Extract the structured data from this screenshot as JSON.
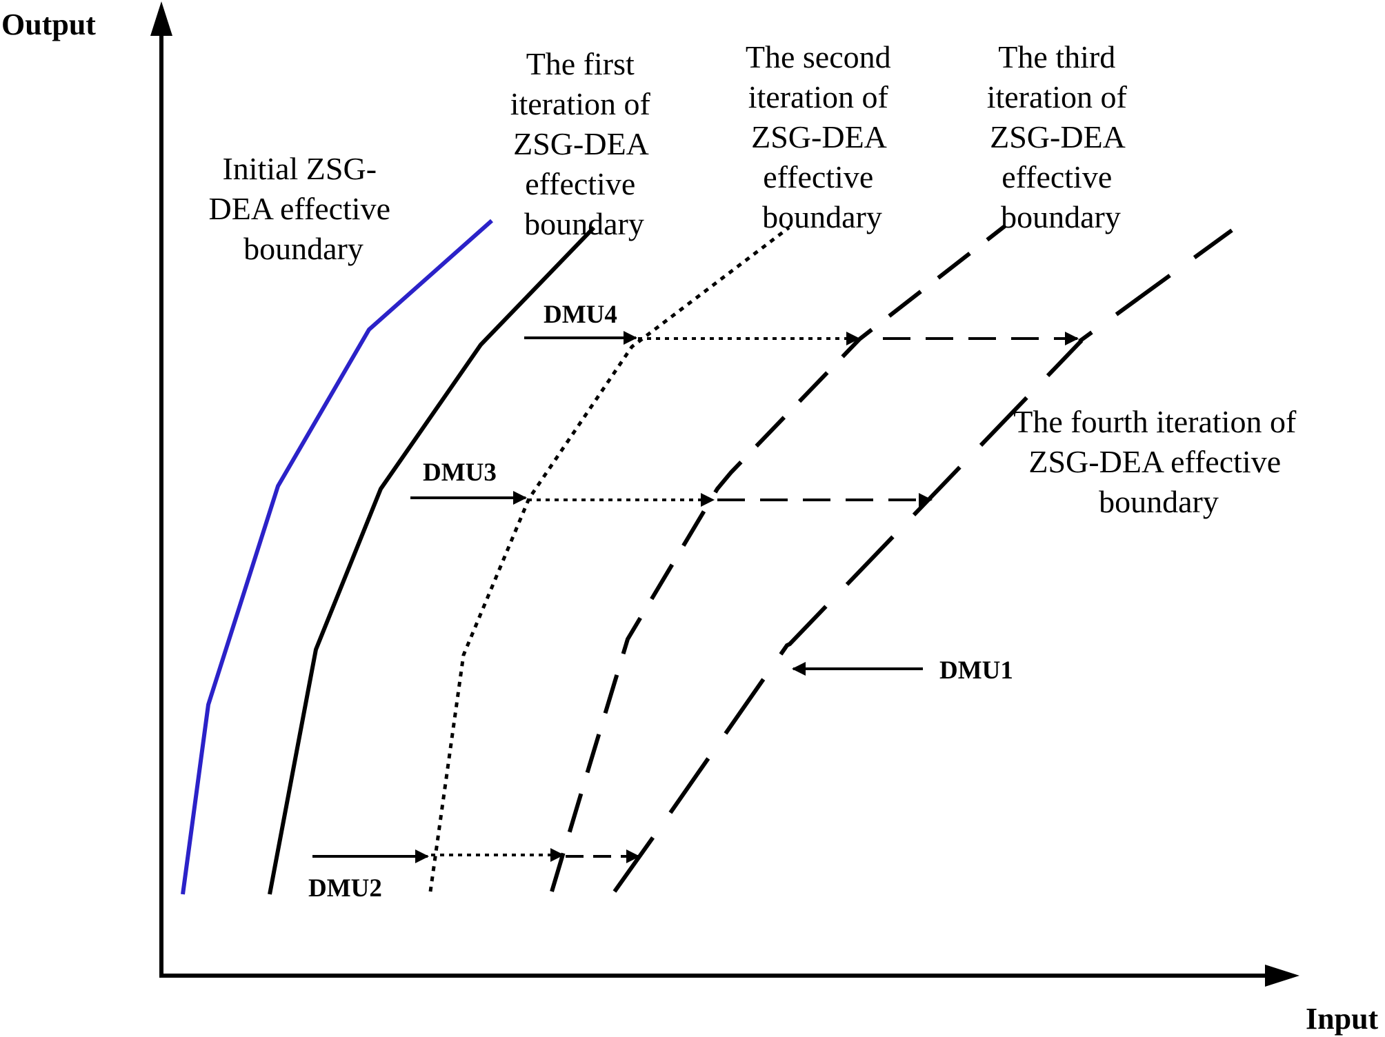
{
  "axes": {
    "y_label": "Output",
    "x_label": "Input"
  },
  "colors": {
    "initial_boundary": "#2b22c8",
    "iteration_boundaries": "#000000",
    "background": "#ffffff"
  },
  "boundaries": {
    "initial": {
      "lines": [
        "Initial ZSG-",
        "DEA effective",
        "boundary"
      ],
      "style": "solid-blue"
    },
    "first": {
      "lines": [
        "The first",
        "iteration of",
        "ZSG-DEA",
        "effective",
        "boundary"
      ],
      "style": "solid"
    },
    "second": {
      "lines": [
        "The second",
        "iteration of",
        "ZSG-DEA",
        "effective",
        "boundary"
      ],
      "style": "dotted"
    },
    "third": {
      "lines": [
        "The third",
        "iteration of",
        "ZSG-DEA",
        "effective",
        "boundary"
      ],
      "style": "dashed"
    },
    "fourth": {
      "lines": [
        "The fourth iteration of",
        "ZSG-DEA effective",
        "boundary"
      ],
      "style": "long-dashed"
    }
  },
  "dmus": {
    "dmu1": "DMU1",
    "dmu2": "DMU2",
    "dmu3": "DMU3",
    "dmu4": "DMU4"
  }
}
